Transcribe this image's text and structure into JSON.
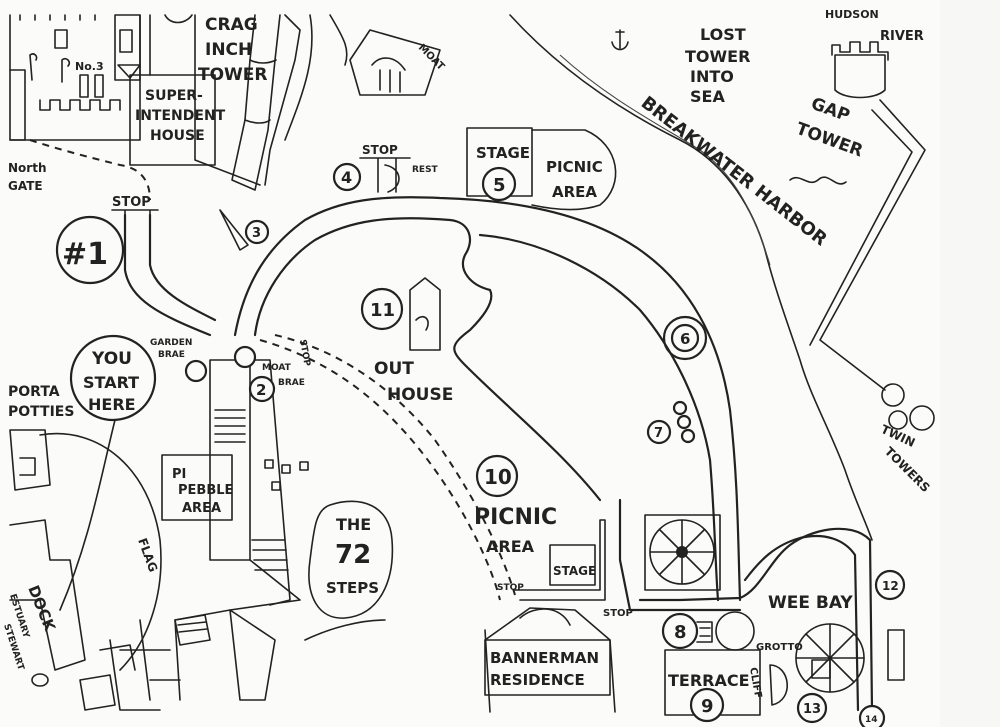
{
  "map": {
    "top_labels": {
      "crag_inch_tower": [
        "CRAG",
        "INCH",
        "TOWER"
      ],
      "superintendent_house": [
        "SUPER-",
        "INTENDENT",
        "HOUSE"
      ],
      "no3": "No.3",
      "moat": "MOAT",
      "lost_tower": [
        "LOST",
        "TOWER",
        "INTO",
        "SEA"
      ],
      "hudson_river": [
        "HUDSON",
        "RIVER"
      ],
      "gap_tower": [
        "GAP",
        "TOWER"
      ],
      "breakwater_harbor": "BREAKWATER HARBOR",
      "north_gate": [
        "North",
        "GATE"
      ]
    },
    "stops": {
      "stop_1": "STOP",
      "stop_4": "STOP",
      "rest": "REST",
      "stop_moat": "STOP",
      "stop_stage": "STOP",
      "stop_bottom": "STOP"
    },
    "markers": {
      "m1": "#1",
      "m2": "2",
      "m3": "3",
      "m4": "4",
      "m5": "5",
      "m6": "6",
      "m7": "7",
      "m8": "8",
      "m9": "9",
      "m10": "10",
      "m11": "11",
      "m12": "12",
      "m13": "13",
      "m14": "14"
    },
    "areas": {
      "stage_top": "STAGE",
      "picnic_top": [
        "PICNIC",
        "AREA"
      ],
      "out_house": [
        "OUT",
        "HOUSE"
      ],
      "picnic_10": [
        "PICNIC",
        "AREA"
      ],
      "stage_10": "STAGE",
      "you_start_here": [
        "YOU",
        "START",
        "HERE"
      ],
      "porta_potties": [
        "PORTA",
        "POTTIES"
      ],
      "garden_brae": [
        "GARDEN",
        "BRAE"
      ],
      "moat_brae": [
        "MOAT",
        "BRAE"
      ],
      "pebble_area": [
        "PI",
        "PEBBLE",
        "AREA"
      ],
      "seventy_two_steps": [
        "THE",
        "72",
        "STEPS"
      ],
      "flag": "FLAG",
      "dock": "DOCK",
      "estuary": [
        "ESTUARY",
        "STEWART"
      ],
      "bannerman_residence": [
        "BANNERMAN",
        "RESIDENCE"
      ],
      "terrace": "TERRACE",
      "cliff": "CLIFF",
      "grotto": "GROTTO",
      "wee_bay": "WEE BAY",
      "twin_towers": [
        "TWIN",
        "TOWERS"
      ]
    }
  }
}
